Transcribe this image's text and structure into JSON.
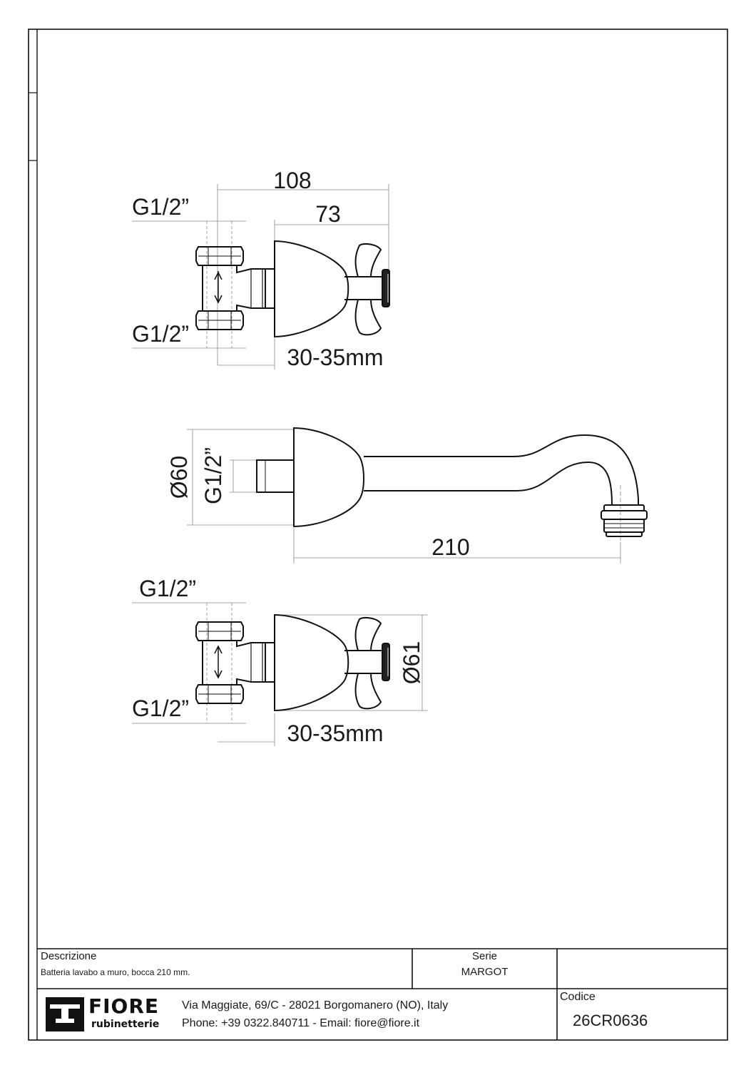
{
  "drawing": {
    "top_view": {
      "dim_overall": "108",
      "dim_body": "73",
      "thread_top": "G1/2”",
      "thread_bottom": "G1/2”",
      "wall_range": "30-35mm"
    },
    "spout_view": {
      "dim_diameter": "Ø60",
      "dim_thread": "G1/2”",
      "dim_length": "210"
    },
    "bottom_view": {
      "thread_top": "G1/2”",
      "thread_bottom": "G1/2”",
      "wall_range": "30-35mm",
      "dim_diameter": "Ø61"
    }
  },
  "title_block": {
    "description_label": "Descrizione",
    "description_value": "Batteria lavabo a muro, bocca 210 mm.",
    "series_label": "Serie",
    "series_value": "MARGOT",
    "code_label": "Codice",
    "code_value": "26CR0636",
    "address_line": "Via Maggiate, 69/C - 28021 Borgomanero (NO), Italy",
    "contact_line": "Phone: +39 0322.840711 - Email: fiore@fiore.it",
    "logo_brand": "FIORE",
    "logo_sub": "rubinetterie"
  }
}
